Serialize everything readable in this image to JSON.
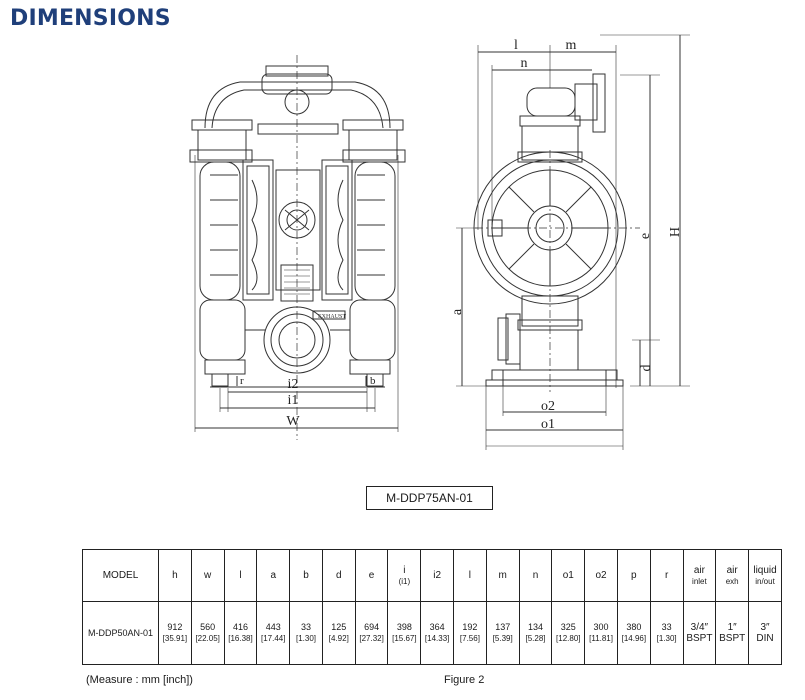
{
  "title": "DIMENSIONS",
  "drawing": {
    "front_labels": {
      "i2": "i2",
      "i1": "i1",
      "W": "W",
      "r": "r",
      "b": "b"
    },
    "side_labels": {
      "l": "l",
      "m": "m",
      "n": "n",
      "e": "e",
      "H": "H",
      "a": "a",
      "d": "d",
      "o2": "o2",
      "o1": "o1"
    }
  },
  "model_box": "M-DDP75AN-01",
  "table": {
    "headers": [
      {
        "main": "MODEL"
      },
      {
        "main": "h"
      },
      {
        "main": "w"
      },
      {
        "main": "l"
      },
      {
        "main": "a"
      },
      {
        "main": "b"
      },
      {
        "main": "d"
      },
      {
        "main": "e"
      },
      {
        "main": "i",
        "sub": "(i1)"
      },
      {
        "main": "i2"
      },
      {
        "main": "l"
      },
      {
        "main": "m"
      },
      {
        "main": "n"
      },
      {
        "main": "o1"
      },
      {
        "main": "o2"
      },
      {
        "main": "p"
      },
      {
        "main": "r"
      },
      {
        "main": "air",
        "sub": "inlet"
      },
      {
        "main": "air",
        "sub": "exh"
      },
      {
        "main": "liquid",
        "sub": "in/out"
      }
    ],
    "row": [
      {
        "main": "M-DDP50AN-01"
      },
      {
        "main": "912",
        "sub": "[35.91]"
      },
      {
        "main": "560",
        "sub": "[22.05]"
      },
      {
        "main": "416",
        "sub": "[16.38]"
      },
      {
        "main": "443",
        "sub": "[17.44]"
      },
      {
        "main": "33",
        "sub": "[1.30]"
      },
      {
        "main": "125",
        "sub": "[4.92]"
      },
      {
        "main": "694",
        "sub": "[27.32]"
      },
      {
        "main": "398",
        "sub": "[15.67]"
      },
      {
        "main": "364",
        "sub": "[14.33]"
      },
      {
        "main": "192",
        "sub": "[7.56]"
      },
      {
        "main": "137",
        "sub": "[5.39]"
      },
      {
        "main": "134",
        "sub": "[5.28]"
      },
      {
        "main": "325",
        "sub": "[12.80]"
      },
      {
        "main": "300",
        "sub": "[11.81]"
      },
      {
        "main": "380",
        "sub": "[14.96]"
      },
      {
        "main": "33",
        "sub": "[1.30]"
      },
      {
        "main": "3/4″",
        "sub": "BSPT"
      },
      {
        "main": "1″",
        "sub": "BSPT"
      },
      {
        "main": "3″",
        "sub": "DIN"
      }
    ]
  },
  "footer": {
    "measure": "(Measure : mm [inch])",
    "figure": "Figure 2"
  },
  "colors": {
    "title": "#1f3f7a",
    "line": "#333333"
  }
}
